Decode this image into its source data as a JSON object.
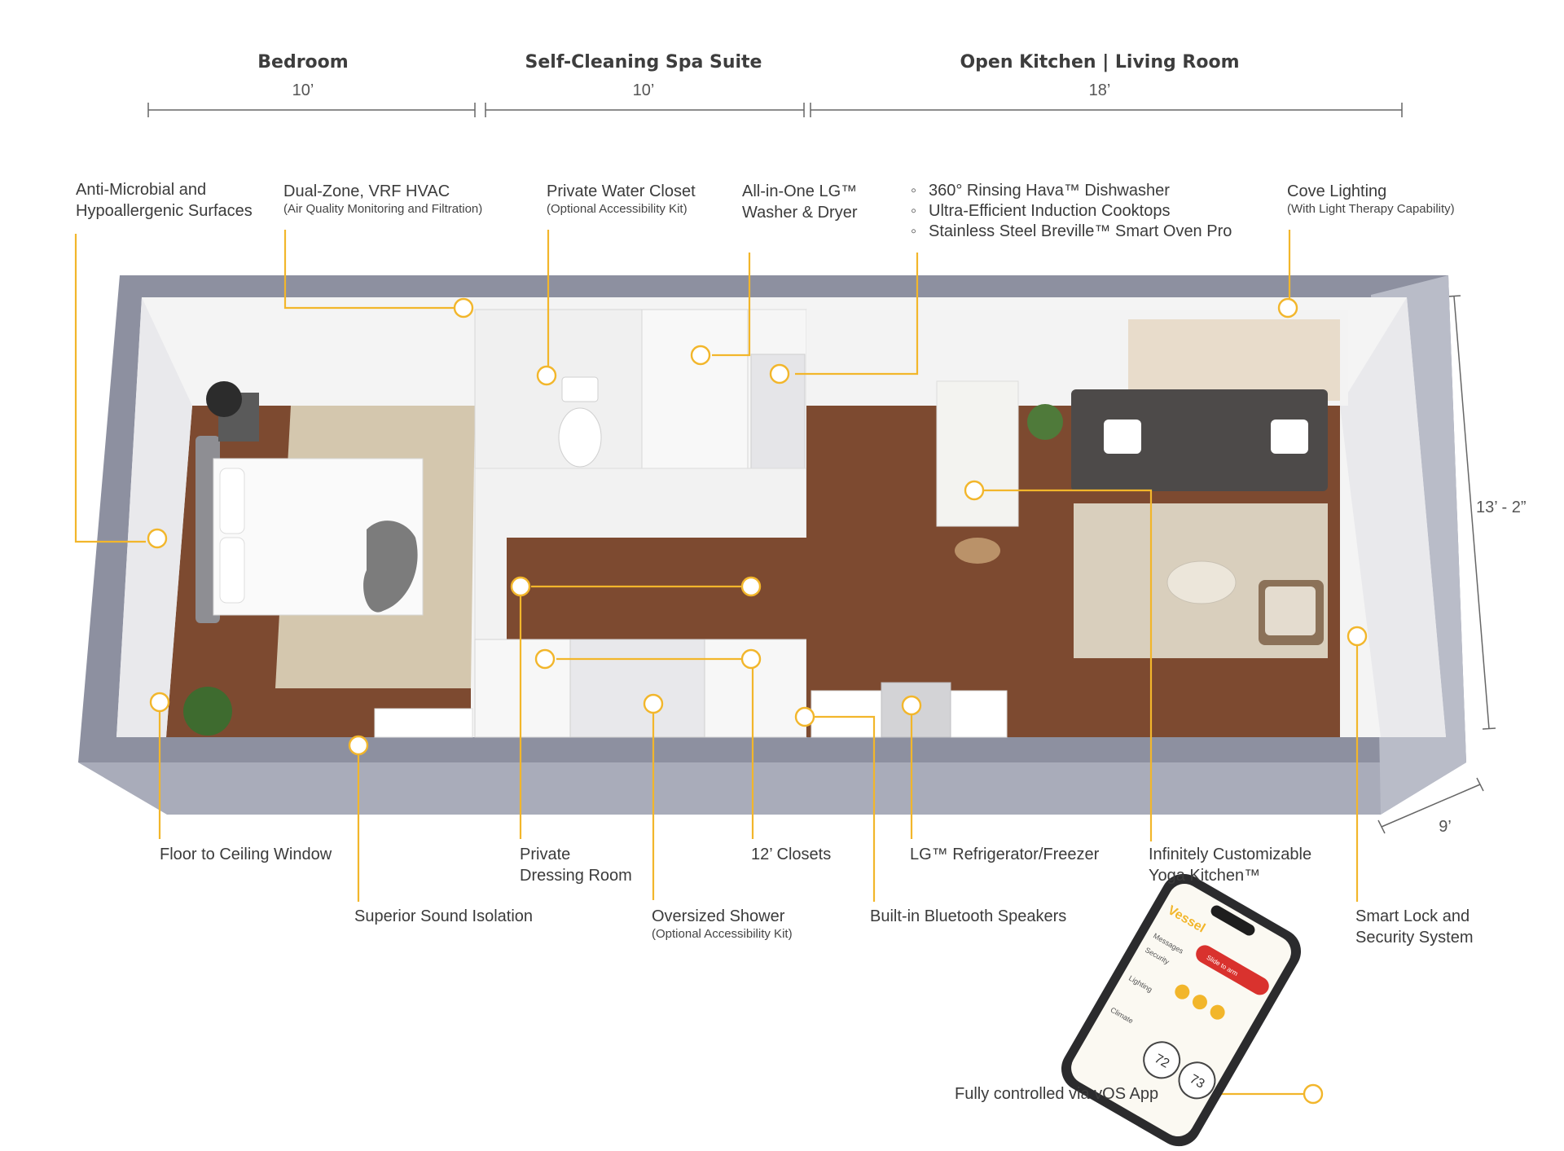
{
  "sections": [
    {
      "title": "Bedroom",
      "dimension": "10’"
    },
    {
      "title": "Self-Cleaning Spa Suite",
      "dimension": "10’"
    },
    {
      "title": "Open Kitchen | Living Room",
      "dimension": "18’"
    }
  ],
  "side_dimensions": {
    "depth": "13’ - 2”",
    "width": "9’"
  },
  "callouts_top": {
    "antimicrobial": {
      "line1": "Anti-Microbial and",
      "line2": "Hypoallergenic Surfaces"
    },
    "hvac": {
      "line1": "Dual-Zone, VRF HVAC",
      "sub": "(Air Quality Monitoring and Filtration)"
    },
    "water_closet": {
      "line1": "Private Water Closet",
      "sub": "(Optional Accessibility Kit)"
    },
    "washer": {
      "line1": "All-in-One LG™",
      "line2": "Washer & Dryer"
    },
    "kitchen_list": [
      "360° Rinsing Hava™ Dishwasher",
      "Ultra-Efficient Induction Cooktops",
      "Stainless Steel Breville™ Smart Oven Pro"
    ],
    "cove": {
      "line1": "Cove Lighting",
      "sub": "(With Light Therapy Capability)"
    }
  },
  "callouts_bottom": {
    "window": "Floor to Ceiling Window",
    "sound": "Superior Sound Isolation",
    "dressing": {
      "line1": "Private",
      "line2": "Dressing Room"
    },
    "shower": {
      "line1": "Oversized Shower",
      "sub": "(Optional Accessibility Kit)"
    },
    "closets": "12’ Closets",
    "speakers": "Built-in Bluetooth  Speakers",
    "fridge": "LG™ Refrigerator/Freezer",
    "yoga": {
      "line1": "Infinitely Customizable",
      "line2": "Yoga Kitchen™"
    },
    "smartlock": {
      "line1": "Smart Lock and",
      "line2": "Security System"
    },
    "app": "Fully controlled via vOS App"
  },
  "phone": {
    "brand": "Vessel",
    "rows": [
      "Messages",
      "Security",
      "Lighting",
      "Climate"
    ],
    "alert": "Slide to arm",
    "temps": [
      "72",
      "73"
    ]
  },
  "colors": {
    "accent": "#f2b62b",
    "wall": "#9c9fae",
    "floor": "#7d4a30",
    "interior_wall": "#f2f2f2"
  }
}
